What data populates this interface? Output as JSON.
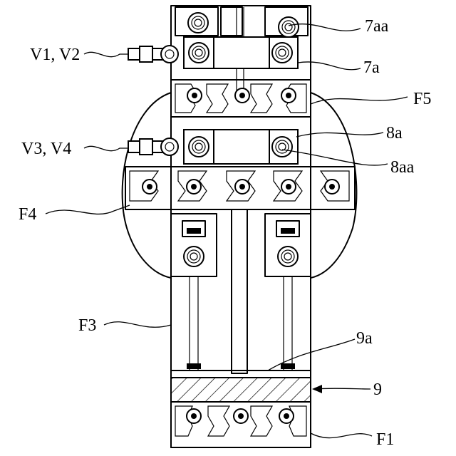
{
  "labels": {
    "v1v2": "V1, V2",
    "v3v4": "V3, V4",
    "f4": "F4",
    "f3": "F3",
    "r7aa": "7aa",
    "r7a": "7a",
    "f5": "F5",
    "r8a": "8a",
    "r8aa": "8aa",
    "r9a": "9a",
    "r9": "9",
    "f1": "F1"
  }
}
